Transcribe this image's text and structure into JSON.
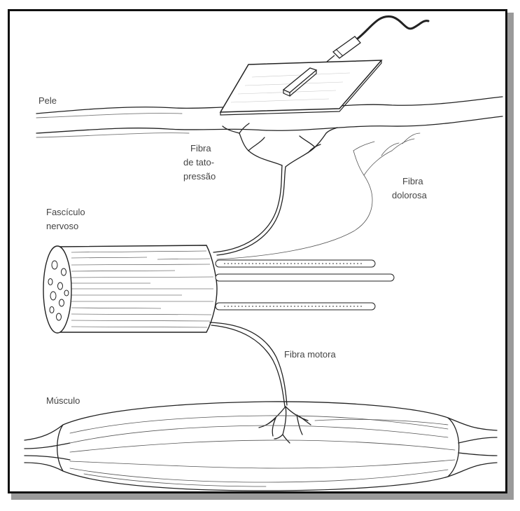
{
  "labels": {
    "pele": "Pele",
    "fibra_tato_1": "Fibra",
    "fibra_tato_2": "de tato-",
    "fibra_tato_3": "pressão",
    "fibra_dolorosa_1": "Fibra",
    "fibra_dolorosa_2": "dolorosa",
    "fasciculo_1": "Fascículo",
    "fasciculo_2": "nervoso",
    "fibra_motora": "Fibra motora",
    "musculo": "Músculo"
  }
}
